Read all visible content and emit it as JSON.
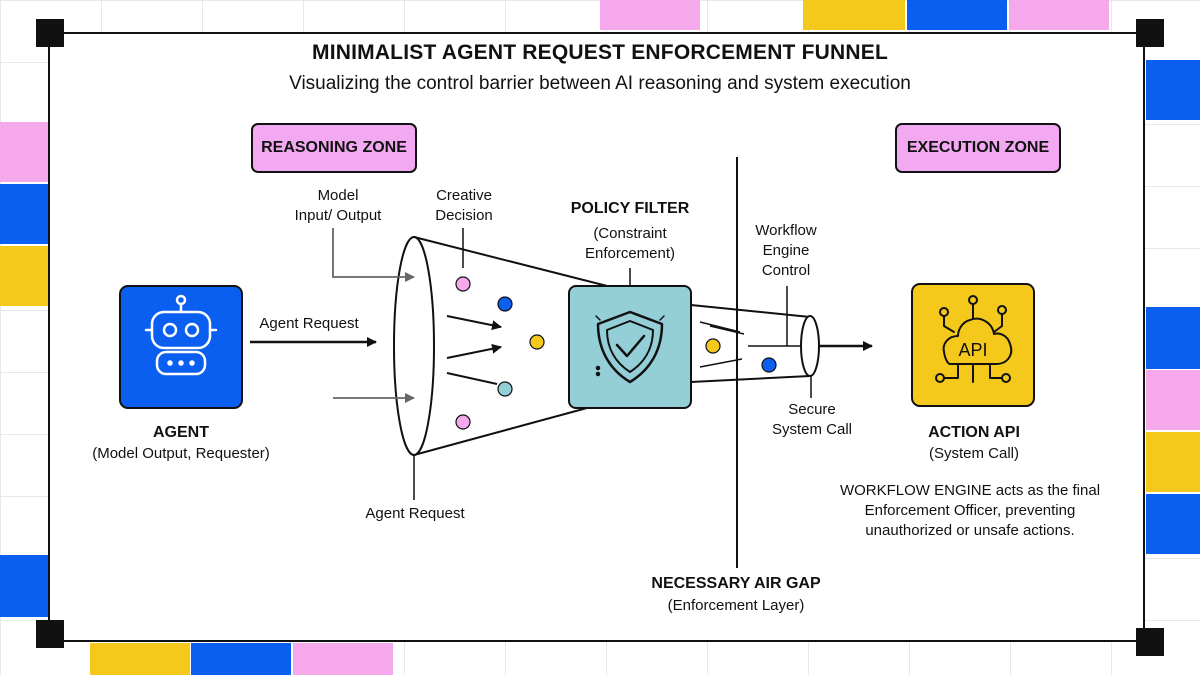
{
  "title": "MINIMALIST AGENT REQUEST ENFORCEMENT FUNNEL",
  "subtitle": "Visualizing the control barrier between AI reasoning and system execution",
  "zones": {
    "reasoning": "REASONING ZONE",
    "execution": "EXECUTION ZONE"
  },
  "agent": {
    "title": "AGENT",
    "subtitle": "(Model Output, Requester)"
  },
  "labels": {
    "agent_request_arrow": "Agent Request",
    "model_io": [
      "Model",
      "Input/ Output"
    ],
    "creative_decision": [
      "Creative",
      "Decision"
    ],
    "agent_request_bottom": "Agent Request"
  },
  "policy_filter": {
    "title": "POLICY FILTER",
    "subtitle": [
      "(Constraint",
      "Enforcement)"
    ]
  },
  "workflow_control": [
    "Workflow",
    "Engine",
    "Control"
  ],
  "secure_call": [
    "Secure",
    "System Call"
  ],
  "air_gap": {
    "title": "NECESSARY AIR GAP",
    "subtitle": "(Enforcement Layer)"
  },
  "action_api": {
    "icon_text": "API",
    "title": "ACTION API",
    "subtitle": "(System Call)"
  },
  "note": [
    "WORKFLOW ENGINE acts as the final",
    "Enforcement Officer, preventing",
    "unauthorized or unsafe actions."
  ],
  "icons": {
    "agent": "robot-icon",
    "policy": "shield-check-icon",
    "api": "cloud-api-icon"
  },
  "colors": {
    "pink": "#f5a8ec",
    "blue": "#0a5ff0",
    "yellow": "#f5c91c",
    "teal": "#94cfd8",
    "agent_box": "#0a5ff0",
    "policy_box": "#94cfd8",
    "api_box": "#f5c91c",
    "zone_bg": "#f3a9f1"
  }
}
